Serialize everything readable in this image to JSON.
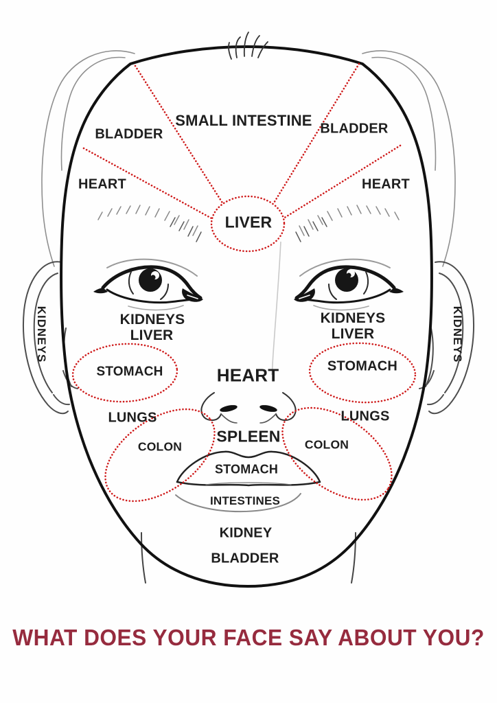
{
  "diagram": {
    "type": "face-mapping-chart",
    "title": "WHAT DOES YOUR FACE SAY ABOUT YOU?",
    "colors": {
      "zone_boundary_red": "#cf1b1b",
      "title_maroon": "#962b3e",
      "label_ink": "#1e1e1e",
      "line_art": "#141414"
    },
    "labels": {
      "forehead_small_intestine": "SMALL INTESTINE",
      "forehead_bladder_left": "BLADDER",
      "forehead_bladder_right": "BLADDER",
      "temple_heart_left": "HEART",
      "temple_heart_right": "HEART",
      "brow_liver": "LIVER",
      "under_eye_kidneys_left": "KIDNEYS",
      "under_eye_liver_left": "LIVER",
      "under_eye_kidneys_right": "KIDNEYS",
      "under_eye_liver_right": "LIVER",
      "cheek_stomach_left": "STOMACH",
      "cheek_stomach_right": "STOMACH",
      "nose_heart": "HEART",
      "cheek_lungs_left": "LUNGS",
      "cheek_lungs_right": "LUNGS",
      "upper_lip_spleen": "SPLEEN",
      "jaw_colon_left": "COLON",
      "jaw_colon_right": "COLON",
      "lips_stomach": "STOMACH",
      "below_lip_intestines": "INTESTINES",
      "chin_kidney": "KIDNEY",
      "chin_bladder": "BLADDER",
      "ear_kidneys_left": "KIDNEYS",
      "ear_kidneys_right": "KIDNEYS"
    }
  }
}
